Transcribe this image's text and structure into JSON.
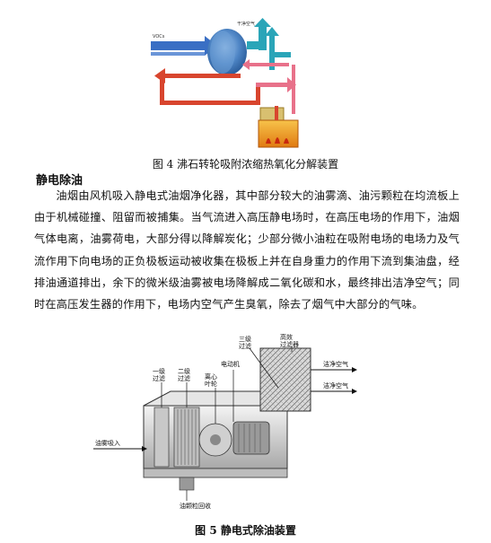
{
  "figure4": {
    "caption": "图 4  沸石转轮吸附浓缩热氧化分解装置",
    "label_vocs": "VOCs",
    "label_clean_air": "干净空气"
  },
  "section": {
    "heading": "静电除油",
    "paragraph": "油烟由风机吸入静电式油烟净化器，其中部分较大的油雾滴、油污颗粒在均流板上由于机械碰撞、阻留而被捕集。当气流进入高压静电场时，在高压电场的作用下，油烟气体电离，油雾荷电，大部分得以降解炭化；少部分微小油粒在吸附电场的电场力及气流作用下向电场的正负极板运动被收集在极板上并在自身重力的作用下流到集油盘，经排油通道排出，余下的微米级油雾被电场降解成二氧化碳和水，最终排出洁净空气；同时在高压发生器的作用下，电场内空气产生臭氧，除去了烟气中大部分的气味。"
  },
  "figure5": {
    "caption": "图 5  静电式除油装置",
    "labels": {
      "stage3_l1": "三级",
      "stage3_l2": "过滤",
      "hepa_l1": "高效",
      "hepa_l2": "过滤器",
      "motor": "电动机",
      "stage1_l1": "一级",
      "stage1_l2": "过滤",
      "stage2_l1": "二级",
      "stage2_l2": "过滤",
      "impeller_l1": "离心",
      "impeller_l2": "叶轮",
      "clean_air_1": "洁净空气",
      "clean_air_2": "洁净空气",
      "oil_mist_in": "油雾吸入",
      "oil_recovery": "油颗粒回收"
    }
  },
  "colors": {
    "blue_arrow": "#3a6fc4",
    "teal_arrow": "#2aa5b8",
    "red_arrow": "#d8452e",
    "pink_arrow": "#e8718a",
    "wheel": "#4f86c6",
    "burner": "#f0a020"
  }
}
